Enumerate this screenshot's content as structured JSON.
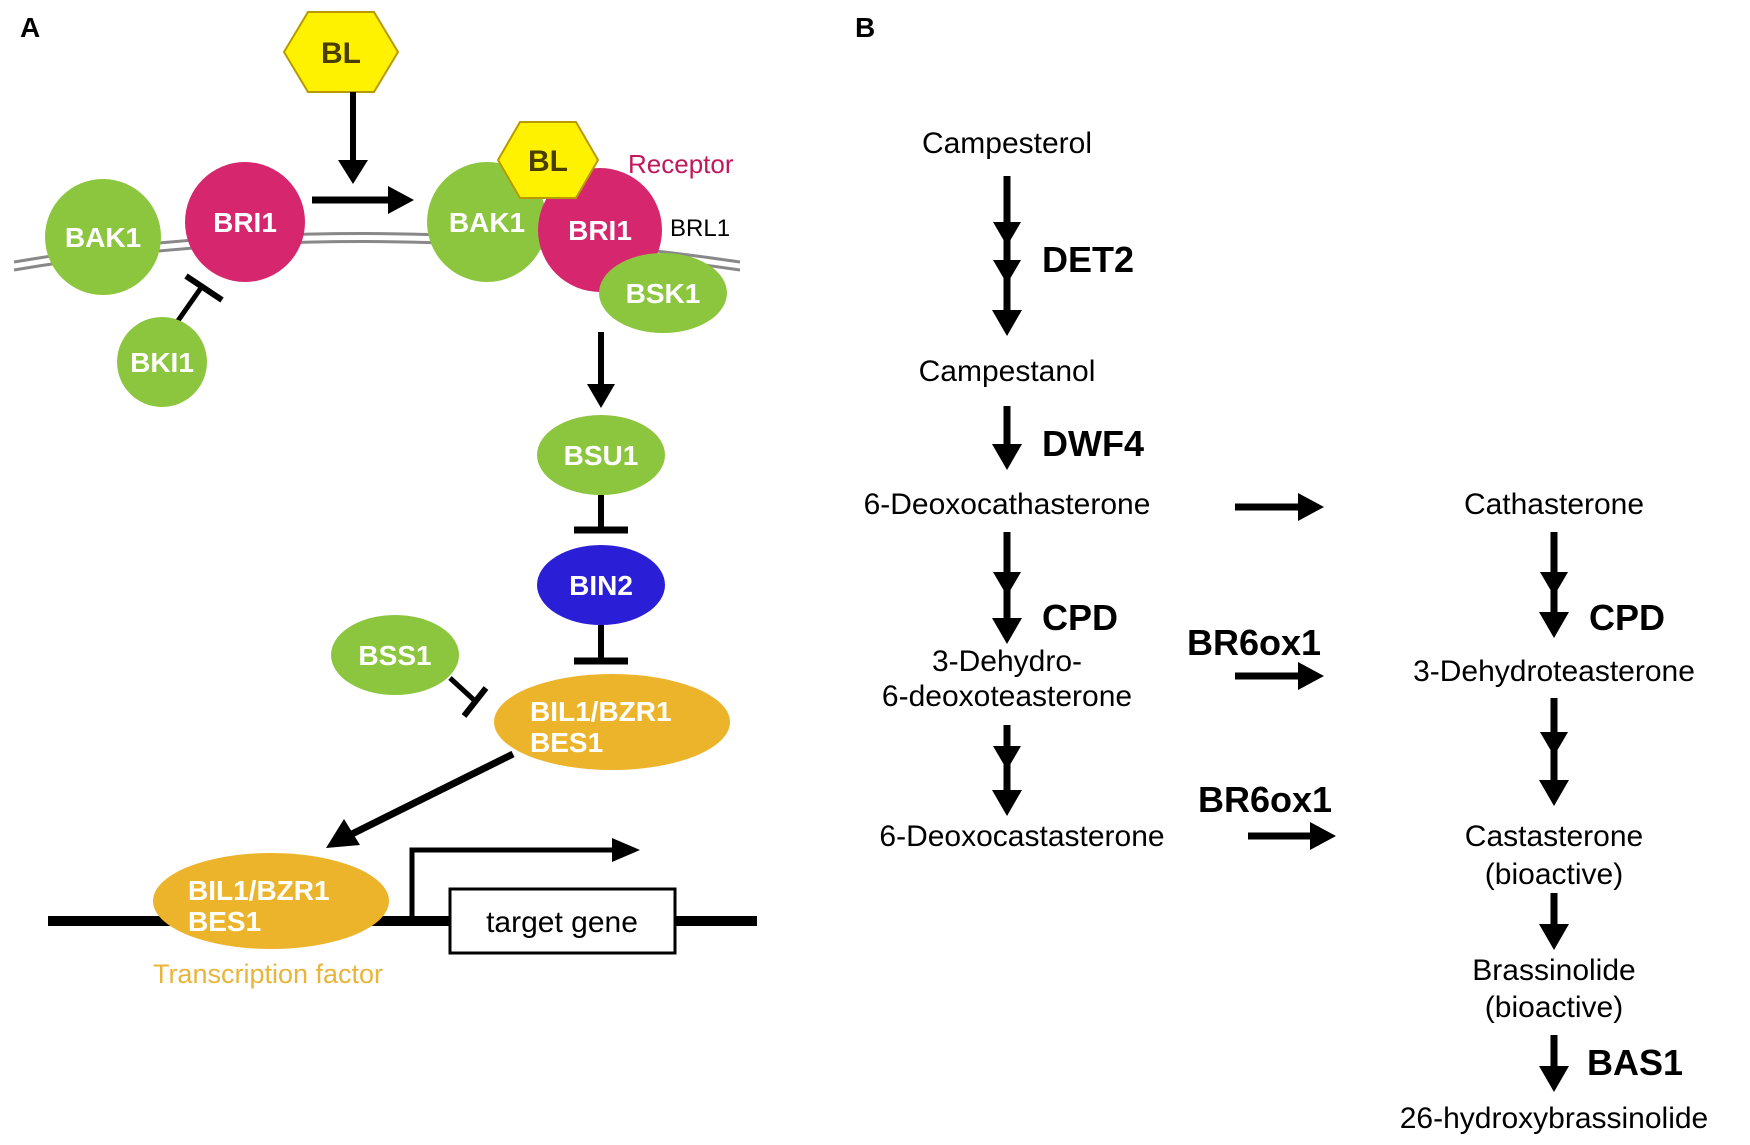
{
  "panel_a": {
    "label": "A",
    "ligand": "BL",
    "bak1": "BAK1",
    "bri1": "BRI1",
    "bki1": "BKI1",
    "receptor_label": "Receptor",
    "brl1": "BRL1",
    "bsk1": "BSK1",
    "bsu1": "BSU1",
    "bin2": "BIN2",
    "bss1": "BSS1",
    "tf_line1": "BIL1/BZR1",
    "tf_line2": "BES1",
    "target_gene": "target gene",
    "tf_caption": "Transcription factor",
    "colors": {
      "green": "#8cc63f",
      "magenta": "#d6266e",
      "blue": "#2a1fd6",
      "orange": "#ecb42a",
      "yellow": "#fff200",
      "receptor_text": "#c2185b",
      "caption_text": "#e8b43a"
    }
  },
  "panel_b": {
    "label": "B",
    "compounds": {
      "campesterol": "Campesterol",
      "campestanol": "Campestanol",
      "deoxocathasterone": "6-Deoxocathasterone",
      "cathasterone": "Cathasterone",
      "dehydro_line1": "3-Dehydro-",
      "dehydro_line2": "6-deoxoteasterone",
      "dehydroteasterone": "3-Dehydroteasterone",
      "deoxocastasterone": "6-Deoxocastasterone",
      "castasterone": "Castasterone",
      "castasterone_note": "(bioactive)",
      "brassinolide": "Brassinolide",
      "brassinolide_note": "(bioactive)",
      "hydroxybrassinolide": "26-hydroxybrassinolide"
    },
    "enzymes": {
      "det2": "DET2",
      "dwf4": "DWF4",
      "cpd_left": "CPD",
      "cpd_right": "CPD",
      "br6ox1_upper": "BR6ox1",
      "br6ox1_lower": "BR6ox1",
      "bas1": "BAS1"
    }
  }
}
